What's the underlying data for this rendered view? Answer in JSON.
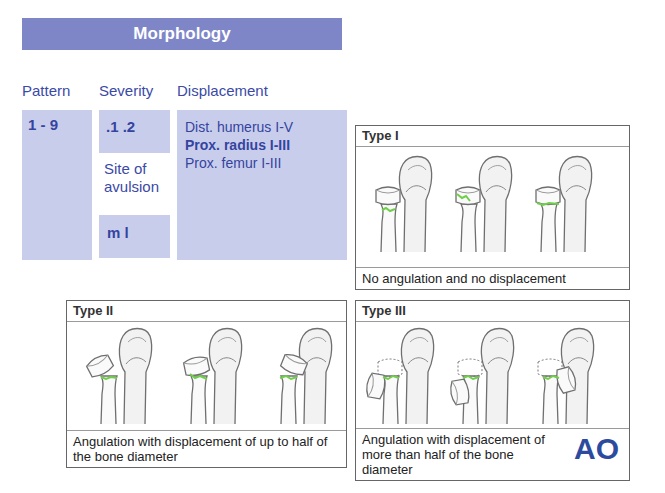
{
  "diagram": {
    "title": "Morphology",
    "nodes": [
      {
        "text": [
          "Pattern",
          "1 - 9"
        ]
      },
      {
        "text": [
          "Severity",
          ".1 .2"
        ]
      },
      {
        "text": [
          "Site of avulsion",
          "m l"
        ]
      },
      {
        "text": [
          "Displacement",
          "Dist. humerus I-V",
          "Prox. radius I-III",
          "Prox. femur I-III"
        ]
      },
      {
        "text": [
          "Type I",
          "No angulation and no displacement"
        ]
      },
      {
        "text": [
          "Type II",
          "Angulation with displacement of up to half of the bone diameter"
        ]
      },
      {
        "text": [
          "Type III",
          "Angulation with displacement of more than half of the bone diameter"
        ]
      }
    ],
    "labels": [
      "AO"
    ]
  }
}
